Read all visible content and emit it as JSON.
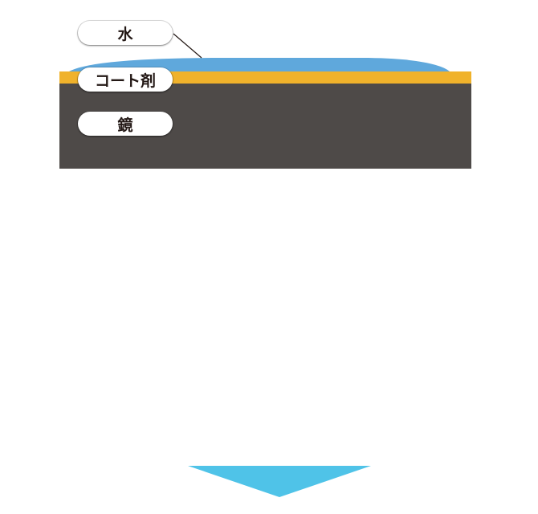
{
  "colors": {
    "water": "#5fa8dc",
    "coating": "#f0b22b",
    "mirror": "#4e4a48",
    "arrow": "#4fc3e8",
    "leader_line": "#231815"
  },
  "labels": {
    "water": "水",
    "coating": "コート剤",
    "mirror": "鏡"
  }
}
